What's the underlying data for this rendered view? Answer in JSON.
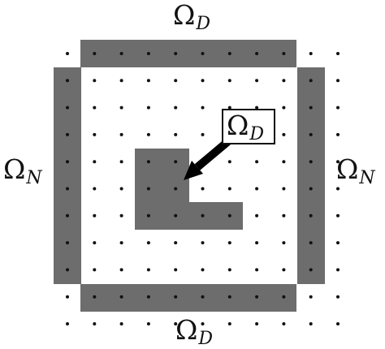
{
  "labels": {
    "top": {
      "symbol": "Ω",
      "subscript": "D"
    },
    "bottom": {
      "symbol": "Ω",
      "subscript": "D"
    },
    "left": {
      "symbol": "Ω",
      "subscript": "N"
    },
    "right": {
      "symbol": "Ω",
      "subscript": "N"
    },
    "inner": {
      "symbol": "Ω",
      "subscript": "D"
    }
  },
  "colors": {
    "region_fill": "#6d6d6d",
    "grid_dot": "#111111",
    "arrow": "#000000",
    "callout_border": "#111111"
  },
  "grid": {
    "columns": 11,
    "rows": 11
  }
}
